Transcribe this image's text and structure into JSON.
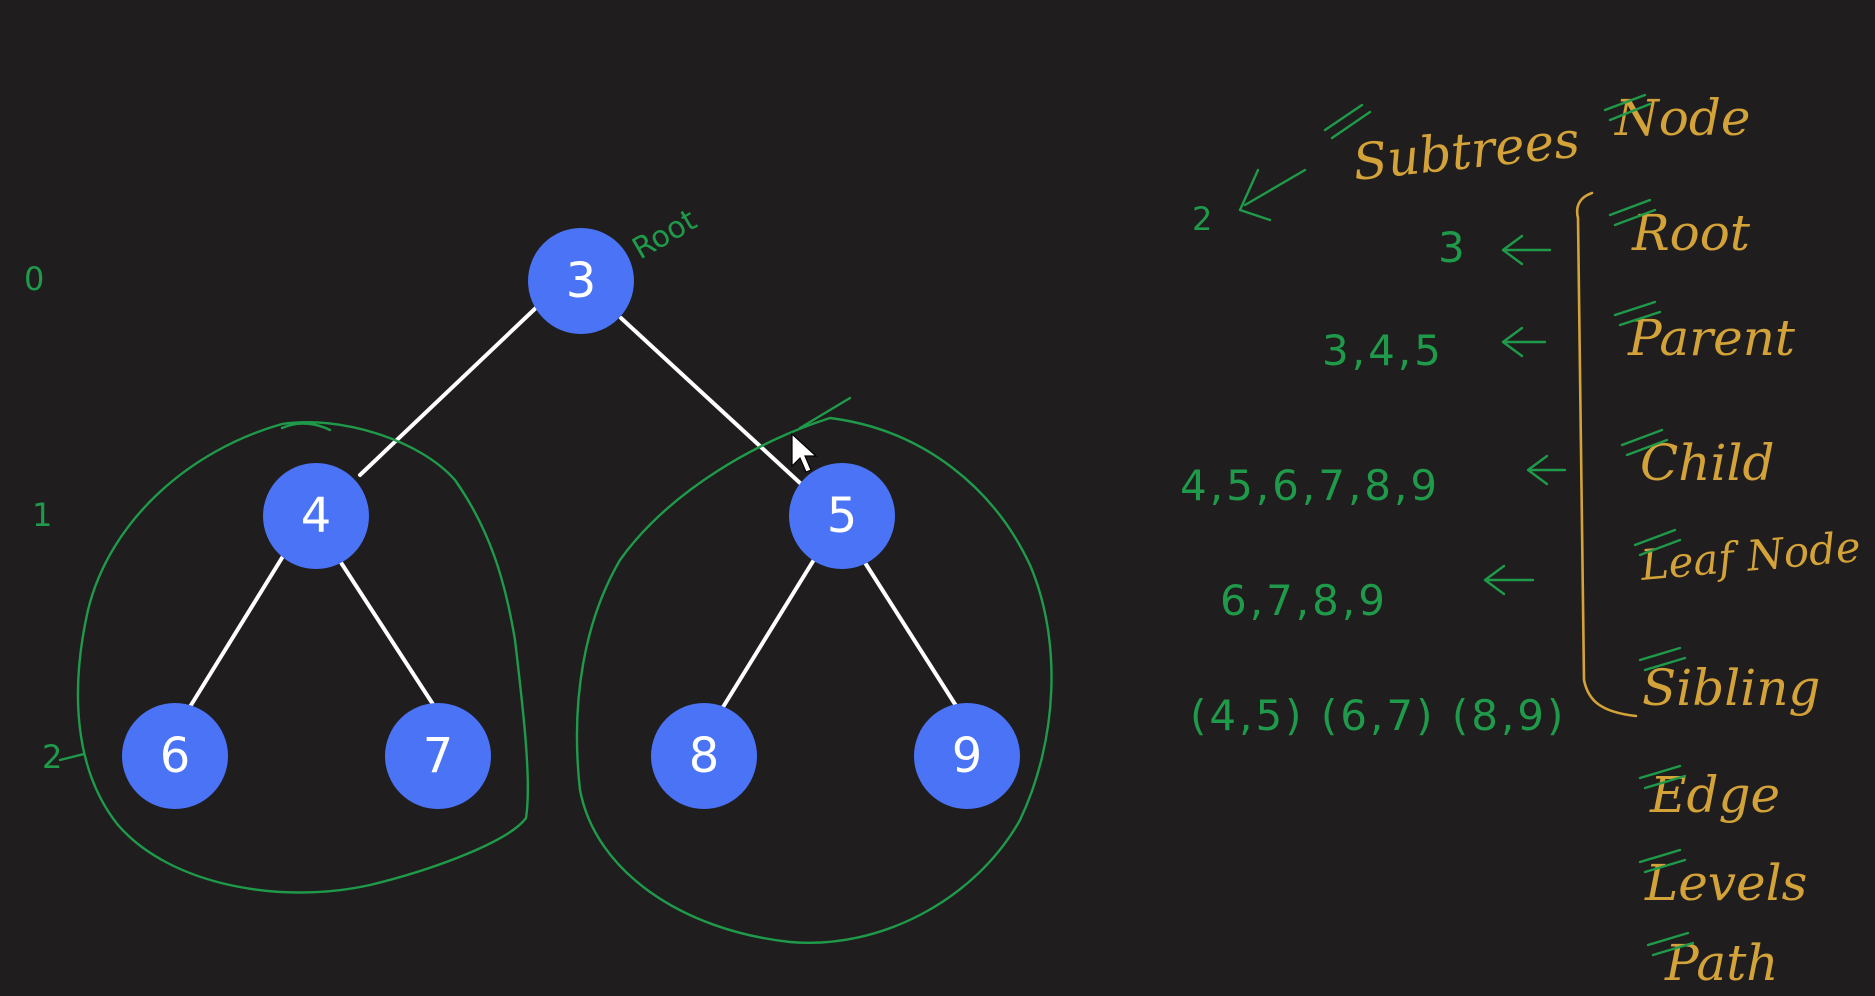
{
  "tree": {
    "nodes": [
      {
        "id": "n3",
        "value": "3"
      },
      {
        "id": "n4",
        "value": "4"
      },
      {
        "id": "n5",
        "value": "5"
      },
      {
        "id": "n6",
        "value": "6"
      },
      {
        "id": "n7",
        "value": "7"
      },
      {
        "id": "n8",
        "value": "8"
      },
      {
        "id": "n9",
        "value": "9"
      }
    ],
    "edges": [
      [
        "3",
        "4"
      ],
      [
        "3",
        "5"
      ],
      [
        "4",
        "6"
      ],
      [
        "4",
        "7"
      ],
      [
        "5",
        "8"
      ],
      [
        "5",
        "9"
      ]
    ],
    "root_annotation": "Root"
  },
  "levels": [
    "0",
    "1",
    "2"
  ],
  "subtrees": {
    "count": "2",
    "rows": [
      "3",
      "3,4,5",
      "4,5,6,7,8,9",
      "6,7,8,9",
      "(4,5) (6,7) (8,9)"
    ]
  },
  "terms": [
    "Subtrees",
    "Node",
    "Root",
    "Parent",
    "Child",
    "Leaf Node",
    "Sibling",
    "Edge",
    "Levels",
    "Path"
  ],
  "colors": {
    "background": "#1f1d1d",
    "node_fill": "#4a73f5",
    "node_text": "#ffffff",
    "edge": "#ffffff",
    "annotation_green": "#1f9a4a",
    "annotation_orange": "#d3a239"
  }
}
